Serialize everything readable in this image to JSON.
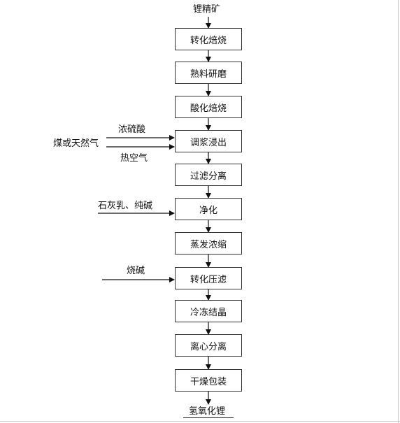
{
  "flowchart": {
    "input": "锂精矿",
    "steps": [
      "转化焙烧",
      "熟料研磨",
      "酸化焙烧",
      "调浆浸出",
      "过滤分离",
      "净化",
      "蒸发浓缩",
      "转化压滤",
      "冷冻结晶",
      "离心分离",
      "干燥包装"
    ],
    "output": "氢氧化锂",
    "side_inputs": {
      "concentrated_sulfuric_acid": "浓硫酸",
      "coal_or_natural_gas": "煤或天然气",
      "hot_air": "热空气",
      "lime_milk_soda_ash": "石灰乳、纯碱",
      "caustic_soda": "烧碱"
    }
  }
}
